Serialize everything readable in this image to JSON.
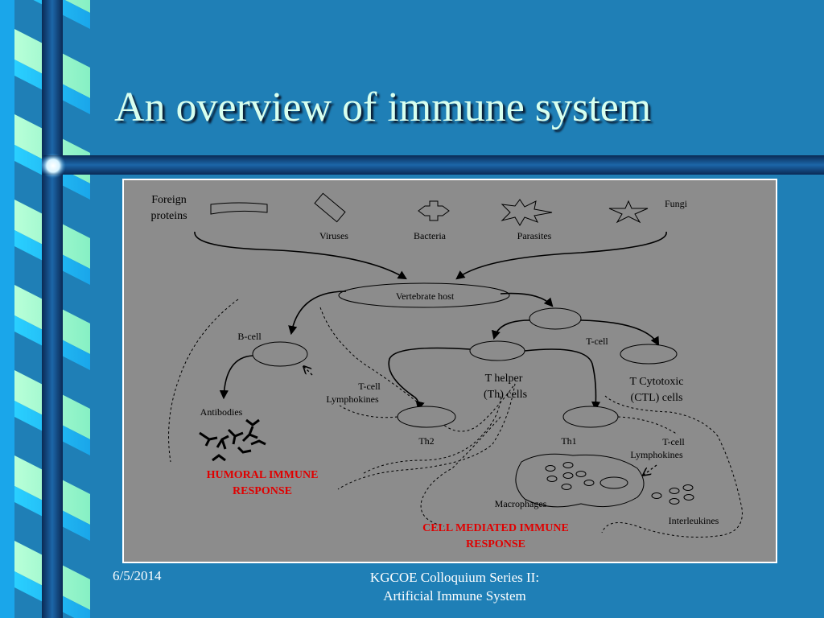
{
  "slide": {
    "title": "An overview of immune system",
    "date": "6/5/2014",
    "footer_line1": "KGCOE Colloquium Series II:",
    "footer_line2": "Artificial Immune System"
  },
  "diagram": {
    "pathogens": {
      "foreign_line1": "Foreign",
      "foreign_line2": "proteins",
      "viruses": "Viruses",
      "bacteria": "Bacteria",
      "parasites": "Parasites",
      "fungi": "Fungi"
    },
    "nodes": {
      "vertebrate_host": "Vertebrate host",
      "b_cell": "B-cell",
      "t_cell": "T-cell",
      "t_helper_line1": "T helper",
      "t_helper_line2": "(Th) cells",
      "t_cytotoxic_line1": "T Cytotoxic",
      "t_cytotoxic_line2": "(CTL) cells",
      "th2": "Th2",
      "th1": "Th1",
      "tcell_lymph_left_line1": "T-cell",
      "tcell_lymph_left_line2": "Lymphokines",
      "tcell_lymph_right_line1": "T-cell",
      "tcell_lymph_right_line2": "Lymphokines",
      "antibodies": "Antibodies",
      "macrophages": "Macrophages",
      "interleukines": "Interleukines"
    },
    "responses": {
      "humoral_line1": "HUMORAL IMMUNE",
      "humoral_line2": "RESPONSE",
      "cell_line1": "CELL MEDIATED IMMUNE",
      "cell_line2": "RESPONSE"
    },
    "colors": {
      "panel": "#8c8c8c",
      "response_text": "#e00000",
      "background": "#1f7fb6"
    }
  }
}
